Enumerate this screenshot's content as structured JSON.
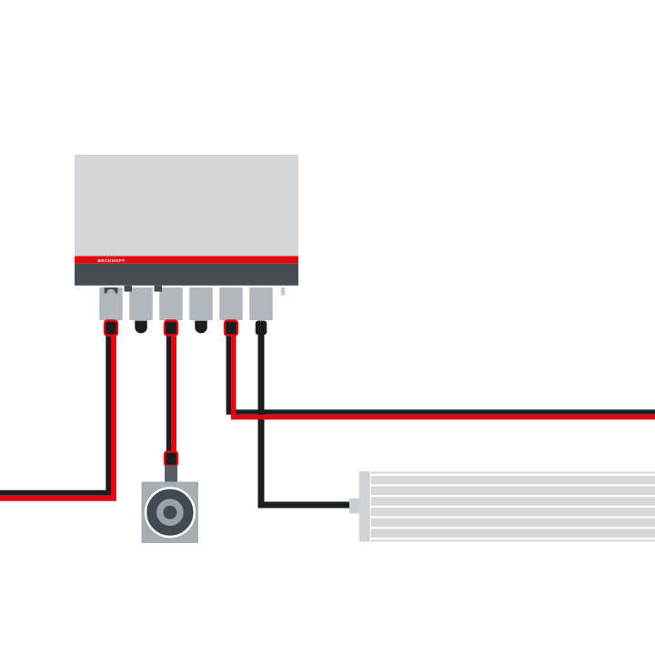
{
  "brand": {
    "label": "BECKHOFF"
  },
  "colors": {
    "brand_red": "#e30613",
    "body_gray": "#d3d7d9",
    "dark_band": "#454c52",
    "connector_gray": "#b1b7bb",
    "light_tab": "#c6cbce",
    "cable_black": "#1b1d1e",
    "camera_body": "#a7aeb3",
    "camera_stub": "#575e64",
    "camera_dark": "#424950",
    "camera_mid": "#9ba2a7",
    "bar_stripe": "#d4d8da",
    "bar_cap": "#cfd3d6",
    "bar_stub": "#c9ced1"
  },
  "diagram": {
    "controller": {
      "type": "io-module",
      "brand_label": "BECKHOFF",
      "connector_count": 6
    },
    "connectors": [
      {
        "id": 1,
        "plug": "m8-plug-red-outline",
        "cable": "red-black-pair",
        "routed_to": "left-edge"
      },
      {
        "id": 2,
        "plug": "sealing-cap",
        "cable": "none"
      },
      {
        "id": 3,
        "plug": "m8-plug-red-outline",
        "cable": "red-black-pair",
        "routed_to": "camera-device"
      },
      {
        "id": 4,
        "plug": "sealing-cap",
        "cable": "none"
      },
      {
        "id": 5,
        "plug": "m8-plug-red-outline",
        "cable": "red-black-pair",
        "routed_to": "right-edge"
      },
      {
        "id": 6,
        "plug": "m8-plug-black",
        "cable": "black-single",
        "routed_to": "bar-light-device"
      }
    ],
    "devices": [
      {
        "id": "camera-device",
        "shape": "square-with-round-lens"
      },
      {
        "id": "bar-light-device",
        "shape": "horizontal-striped-bar",
        "extends_to": "right-edge"
      }
    ]
  }
}
